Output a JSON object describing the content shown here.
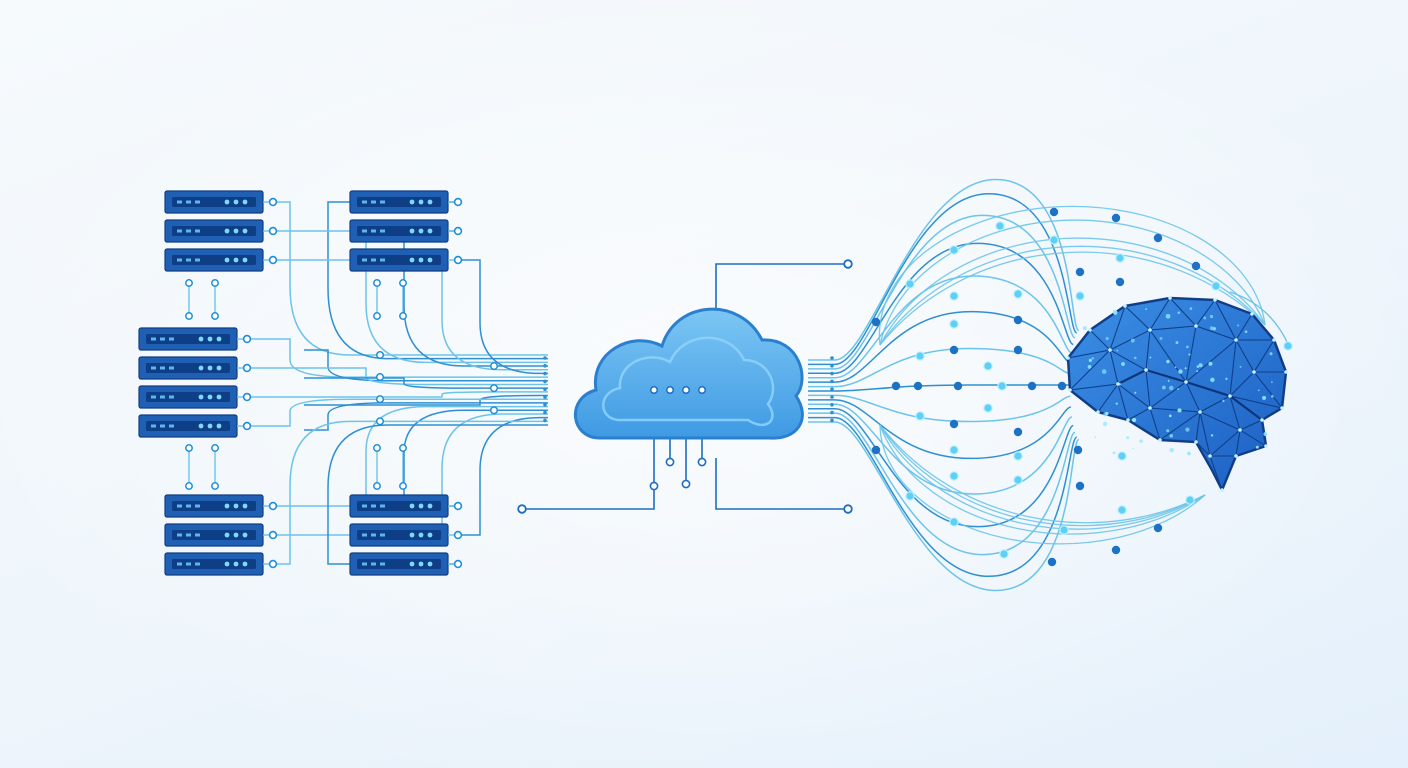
{
  "diagram": {
    "nodes": [
      {
        "id": "server-stack-top-left",
        "kind": "server-stack",
        "units": 3
      },
      {
        "id": "server-stack-top-right",
        "kind": "server-stack",
        "units": 3
      },
      {
        "id": "server-stack-middle",
        "kind": "server-stack",
        "units": 4
      },
      {
        "id": "server-stack-bottom-left",
        "kind": "server-stack",
        "units": 3
      },
      {
        "id": "server-stack-bottom-right",
        "kind": "server-stack",
        "units": 3
      },
      {
        "id": "cloud",
        "kind": "cloud",
        "icon": "cloud-icon"
      },
      {
        "id": "brain",
        "kind": "neural-brain",
        "icon": "brain-icon"
      }
    ],
    "edges": [
      {
        "from": "server-stack-top-left",
        "to": "cloud"
      },
      {
        "from": "server-stack-top-right",
        "to": "cloud"
      },
      {
        "from": "server-stack-middle",
        "to": "cloud"
      },
      {
        "from": "server-stack-bottom-left",
        "to": "cloud"
      },
      {
        "from": "server-stack-bottom-right",
        "to": "cloud"
      },
      {
        "from": "cloud",
        "to": "brain"
      }
    ]
  },
  "colors": {
    "server_body": "#1f5fb4",
    "server_slot": "#0e3f86",
    "server_led": "#7fd8ff",
    "trace": "#2f8fd1",
    "trace_light": "#6cc4ea",
    "node_dot": "#1f8fd8",
    "node_ring": "#2a86c9",
    "cloud_fill": "#5fb4ee",
    "cloud_stroke": "#2a7fcf",
    "brain_fill": "#2a74d3",
    "brain_edge": "#143f8a",
    "brain_glow": "#8fe6ff"
  }
}
